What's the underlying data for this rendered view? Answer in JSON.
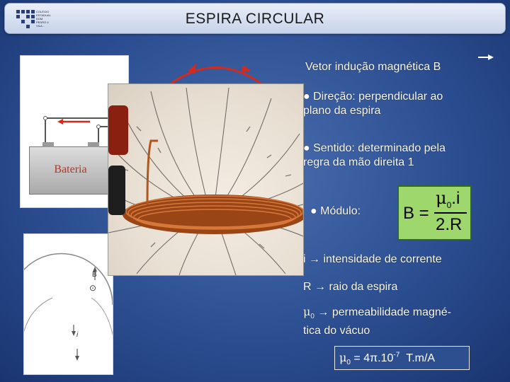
{
  "header": {
    "title": "ESPIRA CIRCULAR",
    "logo_caption_lines": [
      "COLÉGIO",
      "ESTADUAL",
      "DOM",
      "PEDRO II",
      "VILA..."
    ]
  },
  "diagram_top": {
    "battery_label": "Bateria"
  },
  "diagram_bottom": {
    "field_vector": "B",
    "symbol": "⊙",
    "current_label": "i"
  },
  "content": {
    "vector_heading": "Vetor indução magnética B",
    "direction_line1": "● Direção: perpendicular ao",
    "direction_line2": "plano da espira",
    "sense_line1": "● Sentido: determinado pela",
    "sense_line2": "regra da mão direita 1",
    "module_label": "● Módulo:",
    "formula": {
      "lhs": "B =",
      "numerator_mu": "μ",
      "numerator_sub": "0",
      "numerator_rest": ".i",
      "denominator": "2.R"
    },
    "i_def": "i → intensidade de corrente",
    "r_def": "R → raio da espira",
    "mu_def_line1_mu": "μ",
    "mu_def_line1_sub": "0",
    "mu_def_line1_rest": " → permeabilidade magné-",
    "mu_def_line2": "tica do vácuo",
    "mu_value": {
      "mu": "μ",
      "sub": "0",
      "middle": " = 4π.10",
      "exp": "-7",
      "unit": "  T.m/A"
    }
  },
  "colors": {
    "background": "#2c4f92",
    "formula_box": "#9ed86c",
    "arrow_red": "#d42a1e",
    "coil": "#b0561e"
  }
}
